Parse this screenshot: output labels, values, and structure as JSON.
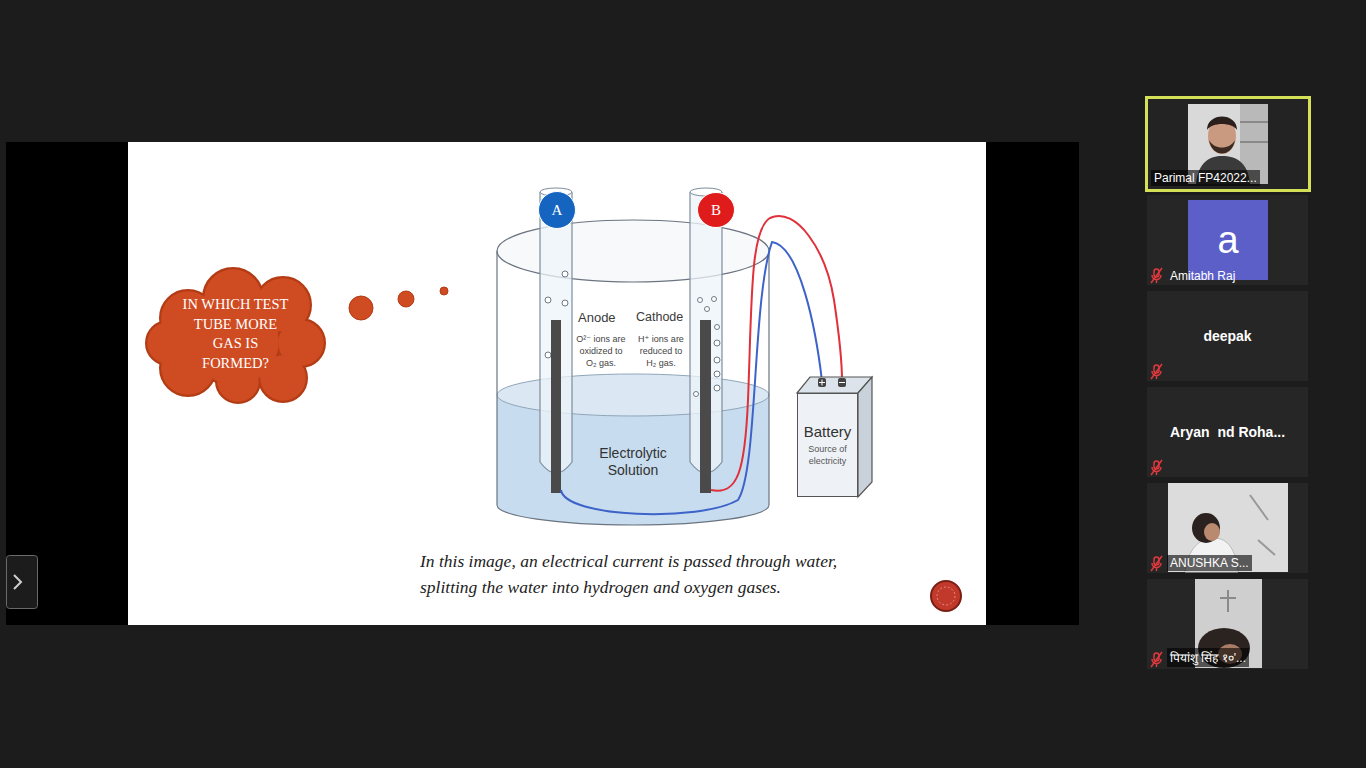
{
  "diagram": {
    "caption": "In this image, an electrical current is passed through water, splitting the water into hydrogen and oxygen gases.",
    "nodes": [
      {
        "text": [
          "IN WHICH TEST TUBE MORE GAS IS FORMED?"
        ]
      },
      {
        "text": [
          "A"
        ]
      },
      {
        "text": [
          "B"
        ]
      },
      {
        "text": [
          "Battery",
          "Source of electricity"
        ]
      },
      {
        "text": [
          "Parimal FP42022..."
        ]
      },
      {
        "text": [
          "Amitabh Raj"
        ]
      },
      {
        "text": [
          "a"
        ],
        "in": 5
      },
      {
        "text": [
          "deepak"
        ]
      },
      {
        "text": [
          "Aryan  nd Roha..."
        ]
      },
      {
        "text": [
          "ANUSHKA S..."
        ]
      },
      {
        "text": [
          "पियांशु सिंह १०'..."
        ]
      }
    ],
    "labels": [
      "Anode",
      "O²⁻ ions are oxidized to O₂ gas.",
      "Cathode",
      "H⁺ ions are reduced to H₂ gas.",
      "Electrolytic Solution"
    ]
  }
}
